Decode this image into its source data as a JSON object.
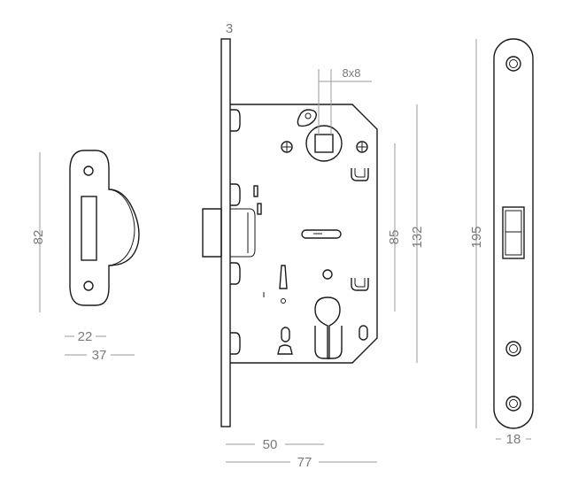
{
  "dimensions": {
    "plate_thickness": "3",
    "square_spindle": "8x8",
    "strike_height": "82",
    "strike_inner_width": "22",
    "strike_width": "37",
    "backset": "50",
    "case_depth": "77",
    "handle_to_cylinder": "85",
    "case_height": "132",
    "faceplate_height": "195",
    "faceplate_width": "18"
  },
  "colors": {
    "outline": "#1a1a1a",
    "dimension_text": "#7a7a7a",
    "background": "#ffffff"
  }
}
